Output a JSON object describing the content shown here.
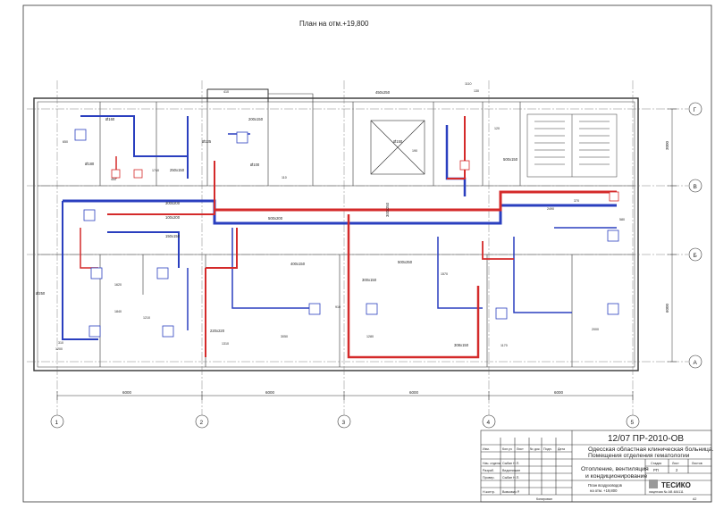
{
  "drawing": {
    "plan_title": "План на отм.+19,800",
    "axes_numbers": [
      "1",
      "2",
      "3",
      "4",
      "5"
    ],
    "axes_letters": [
      "Г",
      "В",
      "Б",
      "А"
    ],
    "spans": [
      "6000",
      "6000",
      "6000",
      "6000"
    ],
    "side_dims": [
      "3000",
      "6000"
    ],
    "labels": {
      "duct_main_1": "500x200",
      "duct_main_2": "300x250",
      "duct_main_3": "450x250",
      "duct_main_4": "500x150",
      "duct_main_5": "400x150",
      "duct_main_6": "300x150",
      "duct_main_7": "100x200",
      "duct_main_8": "200x150",
      "duct_main_9": "250x150",
      "duct_main_10": "150x150",
      "duct_main_11": "220x220",
      "duct_main_12": "300x200",
      "duct_main_13": "500x250",
      "duct_main_14": "308x150",
      "diam_1": "Ø250",
      "diam_2": "Ø160",
      "diam_3": "Ø125",
      "diam_4": "Ø100",
      "diam_5": "Ø150",
      "diam_6": "Ø180",
      "dim_1": "1620",
      "dim_2": "1840",
      "dim_3": "1210",
      "dim_4": "1310",
      "dim_5": "1200",
      "dim_6": "1570",
      "dim_7": "1170",
      "dim_8": "2490",
      "dim_9": "2000",
      "dim_10": "1280",
      "dim_11": "3050",
      "dim_12": "1110",
      "dim_13": "450",
      "dim_14": "650",
      "dim_15": "370",
      "dim_16": "580",
      "dim_17": "410",
      "dim_18": "110",
      "dim_19": "130",
      "dim_20": "190",
      "dim_21": "120",
      "dim_22": "310",
      "dim_23": "910",
      "dim_24": "1740"
    }
  },
  "title_block": {
    "code": "12/07 ПР-2010-ОВ",
    "org_line1": "Одесская областная клиническая больница.",
    "org_line2": "Помещения отделения гематологии",
    "header_cols": [
      "Изм.",
      "Кол.уч",
      "Лист",
      "№ док.",
      "Подп.",
      "Дата"
    ],
    "rows": [
      {
        "role": "Нач. отдела",
        "name": "Сыбан Н.П."
      },
      {
        "role": "Разраб.",
        "name": "Ведоmишин"
      },
      {
        "role": "Провер.",
        "name": "Сыбан Н.П."
      },
      {
        "role": "",
        "name": ""
      },
      {
        "role": "Н.контр.",
        "name": "Вовкович Р."
      }
    ],
    "system_line1": "Отопление, вентиляция",
    "system_line2": "и кондиционирование",
    "sheet_line1": "План воздуховодов",
    "sheet_line2": "на отм. +19,800",
    "stage_header": "Стадия",
    "sheet_header": "Лист",
    "sheets_header": "Листов",
    "stage_value": "РП",
    "sheet_value": "2",
    "sheets_value": "",
    "logo": "ТЕСИКО",
    "license": "лицензия № АВ 484111",
    "copied": "Копировал",
    "format": "А2"
  }
}
